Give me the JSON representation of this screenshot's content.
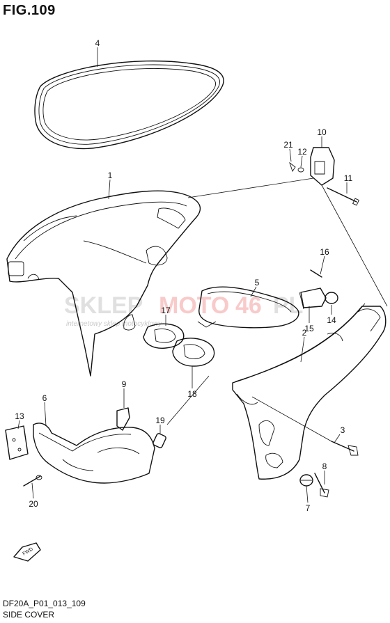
{
  "figure": {
    "title": "FIG.109",
    "code": "DF20A_P01_013_109",
    "name": "SIDE COVER"
  },
  "watermark": {
    "brand_a": "SKLEP",
    "brand_b": "MOTO",
    "brand_c": "46",
    "brand_d": "PL",
    "tagline": "internetowy sklep motocyklowy",
    "color": "#f4a0a0"
  },
  "fwd_label": "FWD",
  "callouts": [
    "1",
    "2",
    "3",
    "4",
    "5",
    "6",
    "7",
    "8",
    "9",
    "10",
    "11",
    "12",
    "13",
    "14",
    "15",
    "16",
    "17",
    "18",
    "19",
    "20",
    "21"
  ]
}
